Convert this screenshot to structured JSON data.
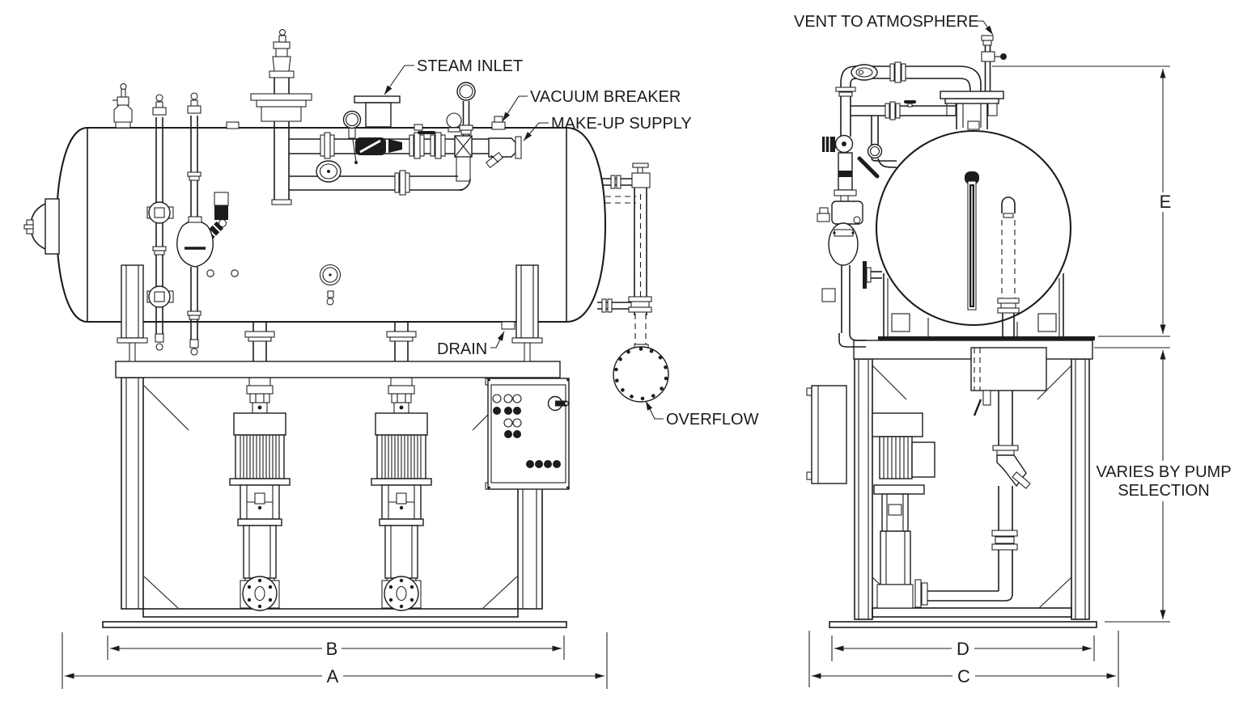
{
  "drawing": {
    "colors": {
      "ink": "#1c1c1c",
      "paper": "#ffffff"
    },
    "side_view": {
      "callouts": {
        "steam_inlet": "STEAM INLET",
        "vacuum_breaker": "VACUUM BREAKER",
        "makeup_supply": "MAKE-UP SUPPLY",
        "drain": "DRAIN",
        "overflow": "OVERFLOW"
      },
      "dimensions": {
        "a": "A",
        "b": "B"
      }
    },
    "end_view": {
      "callouts": {
        "vent": "VENT TO ATMOSPHERE",
        "varies_line1": "VARIES BY PUMP",
        "varies_line2": "SELECTION"
      },
      "dimensions": {
        "c": "C",
        "d": "D",
        "e": "E"
      }
    }
  }
}
